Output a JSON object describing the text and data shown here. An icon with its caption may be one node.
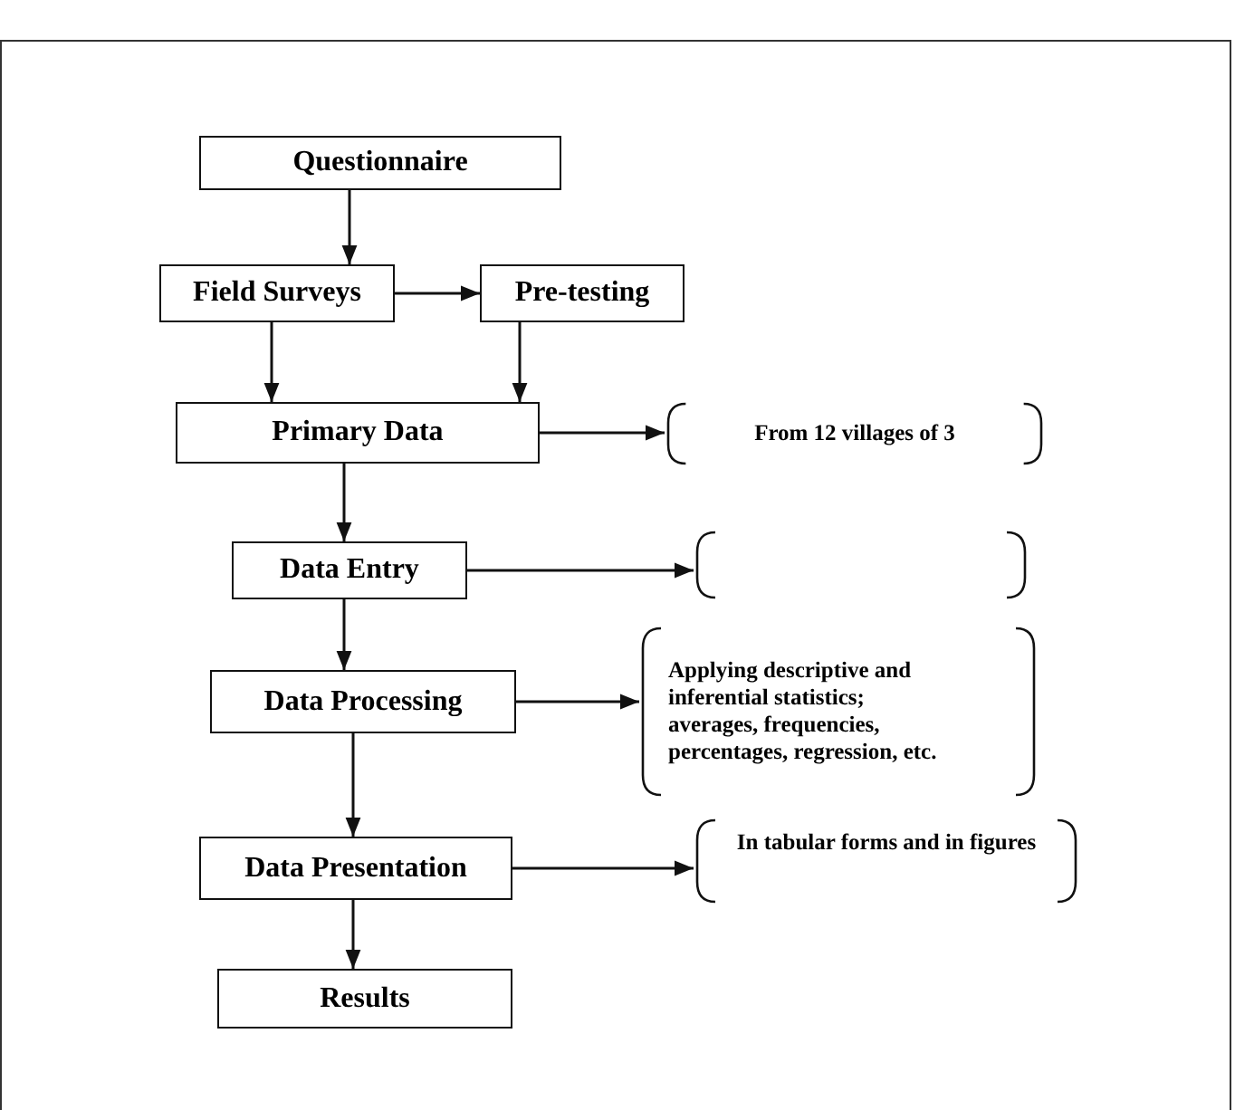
{
  "diagram": {
    "nodes": [
      {
        "text": [
          "Questionnaire"
        ]
      },
      {
        "text": [
          "Field Surveys"
        ]
      },
      {
        "text": [
          "Pre-testing"
        ]
      },
      {
        "text": [
          "Primary Data"
        ]
      },
      {
        "text": [
          "Data Entry"
        ]
      },
      {
        "text": [
          "Data Processing"
        ]
      },
      {
        "text": [
          "Data Presentation"
        ]
      },
      {
        "text": [
          "Results"
        ]
      },
      {
        "text": [
          "From 12 villages of 3"
        ]
      },
      {
        "text": [],
        "shape": "bracket"
      },
      {
        "text": [
          "Applying descriptive and inferential statistics; averages, frequencies, percentages, regression, etc."
        ]
      },
      {
        "text": [
          "In tabular forms and in figures"
        ]
      }
    ],
    "edges": [
      {
        "from": 0,
        "to": 1,
        "arrow": "to"
      },
      {
        "from": 1,
        "to": 2,
        "arrow": "to"
      },
      {
        "from": 1,
        "to": 3,
        "arrow": "to"
      },
      {
        "from": 2,
        "to": 3,
        "arrow": "to"
      },
      {
        "from": 3,
        "to": 8,
        "arrow": "to"
      },
      {
        "from": 3,
        "to": 4,
        "arrow": "to"
      },
      {
        "from": 4,
        "to": 9,
        "arrow": "to"
      },
      {
        "from": 4,
        "to": 5,
        "arrow": "to"
      },
      {
        "from": 5,
        "to": 10,
        "arrow": "to"
      },
      {
        "from": 5,
        "to": 6,
        "arrow": "to"
      },
      {
        "from": 6,
        "to": 11,
        "arrow": "to"
      },
      {
        "from": 6,
        "to": 7,
        "arrow": "to"
      }
    ]
  }
}
